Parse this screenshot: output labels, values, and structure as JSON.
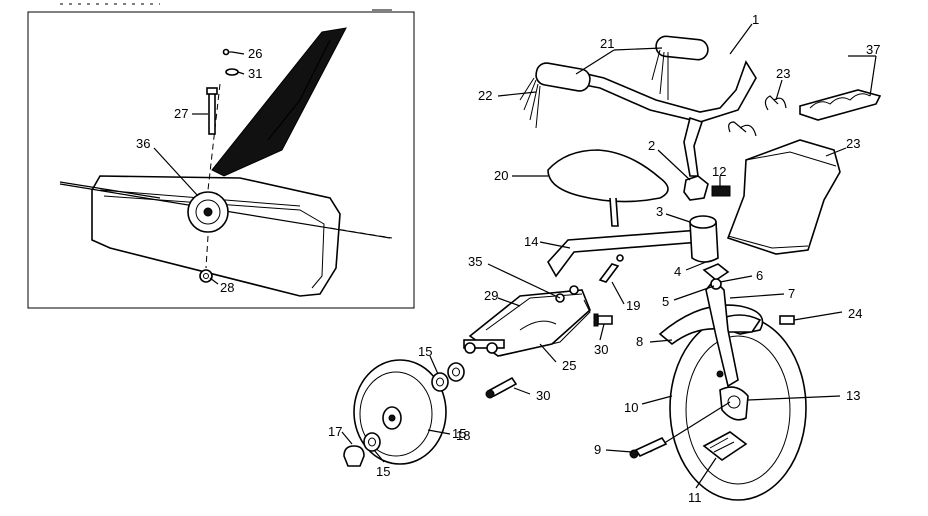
{
  "callouts": [
    "1",
    "2",
    "3",
    "4",
    "5",
    "6",
    "7",
    "8",
    "9",
    "10",
    "11",
    "12",
    "13",
    "14",
    "15",
    "15",
    "15",
    "17",
    "18",
    "19",
    "20",
    "21",
    "21",
    "22",
    "23",
    "23",
    "24",
    "25",
    "26",
    "27",
    "28",
    "29",
    "30",
    "30",
    "31",
    "35",
    "36",
    "37"
  ]
}
